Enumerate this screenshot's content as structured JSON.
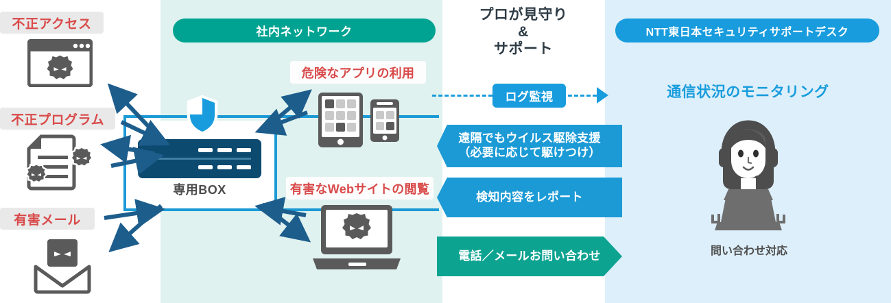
{
  "diagram": {
    "title_center": "プロが見守り\n&\nサポート",
    "headline_lines": [
      "プロが見守り",
      "&",
      "サポート"
    ],
    "panels": {
      "internal_network_label": "社内ネットワーク",
      "support_desk_label": "NTT東日本セキュリティサポートデスク"
    },
    "threats": [
      {
        "label": "不正アクセス",
        "icon": "browser-virus-icon"
      },
      {
        "label": "不正プログラム",
        "icon": "document-virus-icon"
      },
      {
        "label": "有害メール",
        "icon": "mail-virus-icon"
      }
    ],
    "risky_usage": [
      {
        "label": "危険なアプリの利用",
        "icon": "tablet-smartphone-icon"
      },
      {
        "label": "有害なWebサイトの閲覧",
        "icon": "laptop-virus-icon"
      }
    ],
    "device": {
      "box_caption": "専用BOX",
      "shield_icon": "shield-icon"
    },
    "log_flow": {
      "chip_label": "ログ監視",
      "direction": "right"
    },
    "service_flows": [
      {
        "label_lines": [
          "遠隔でもウイルス駆除支援",
          "（必要に応じて駆けつけ）"
        ],
        "direction": "left",
        "color": "#1b9ad6"
      },
      {
        "label_lines": [
          "検知内容をレポート"
        ],
        "direction": "left",
        "color": "#1b9ad6"
      },
      {
        "label_lines": [
          "電話／メールお問い合わせ"
        ],
        "direction": "right",
        "color": "#0da391"
      }
    ],
    "desk": {
      "monitoring_caption": "通信状況のモニタリング",
      "operator_caption": "問い合わせ対応",
      "operator_icon": "operator-headset-laptop-icon"
    },
    "colors": {
      "internal_panel": "#e0f2ef",
      "desk_panel": "#ddeffa",
      "teal_pill": "#00a392",
      "blue_pill": "#189cdd",
      "threat_red": "#d94a4a",
      "threat_label_bg": "#e9e9e9",
      "box_navy": "#0d4a70",
      "network_line": "#1b9ad6",
      "arrow_navy": "#1d5d8c",
      "icon_gray": "#5a5a5a"
    }
  }
}
